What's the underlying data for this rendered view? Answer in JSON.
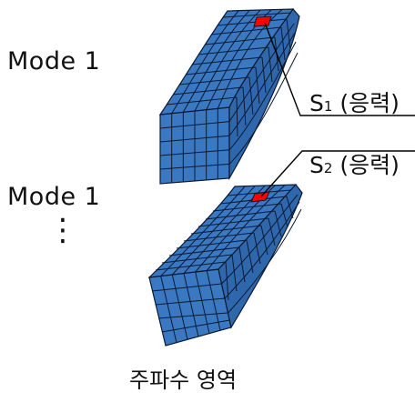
{
  "labels": {
    "mode_top": "Mode 1",
    "mode_bottom": "Mode 1",
    "ellipsis": "⋮",
    "footer": "주파수 영역"
  },
  "callouts": {
    "top": {
      "symbol": "S",
      "subscript": "1",
      "text": "(응력)"
    },
    "bottom": {
      "symbol": "S",
      "subscript": "2",
      "text": "(응력)"
    }
  },
  "colors": {
    "mesh_face": "#3a78c2",
    "mesh_face_dark": "#2f67ad",
    "mesh_line": "#0b1a33",
    "highlight": "#ff0000",
    "leader_line": "#000000"
  }
}
